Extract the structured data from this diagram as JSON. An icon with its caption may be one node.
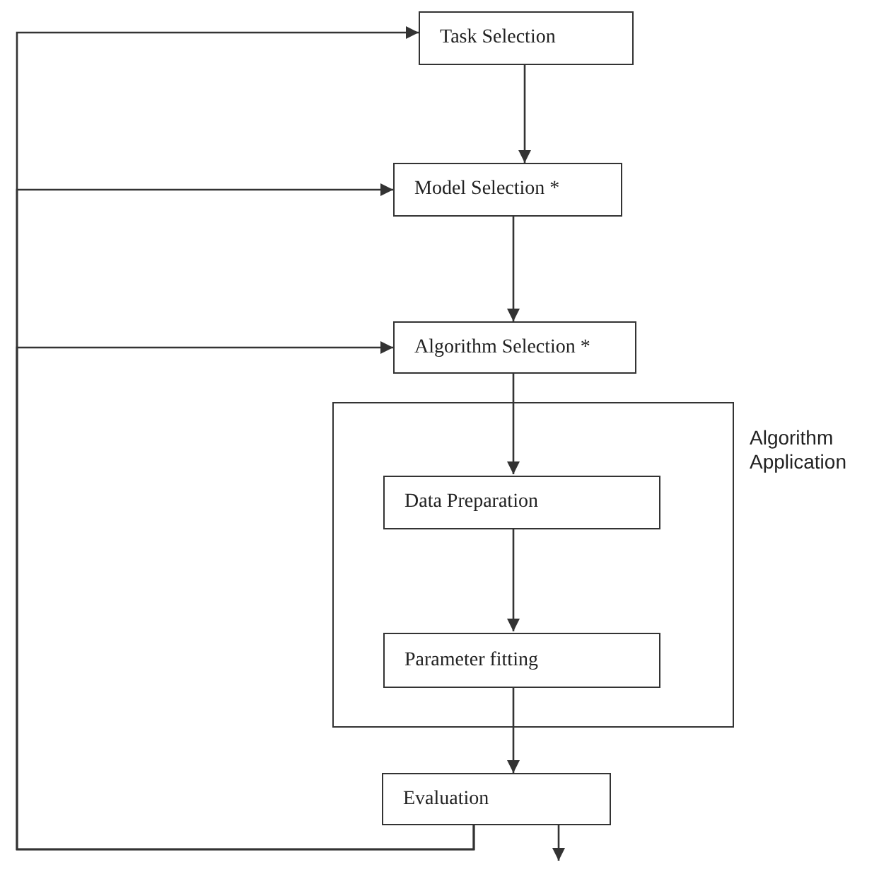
{
  "diagram": {
    "nodes": [
      {
        "text": [
          "Task Selection"
        ]
      },
      {
        "text": [
          "Model Selection *"
        ]
      },
      {
        "text": [
          "Algorithm Selection *"
        ]
      },
      {
        "text": [
          "Algorithm Application"
        ]
      },
      {
        "text": [
          "Data Preparation"
        ],
        "in": 3
      },
      {
        "text": [
          "Parameter fitting"
        ],
        "in": 3
      },
      {
        "text": [
          "Evaluation"
        ]
      }
    ],
    "edges": [
      {
        "from": 0,
        "to": 1,
        "arrow": "to"
      },
      {
        "from": 1,
        "to": 2,
        "arrow": "to"
      },
      {
        "from": 2,
        "to": 4,
        "arrow": "to"
      },
      {
        "from": 4,
        "to": 5,
        "arrow": "to"
      },
      {
        "from": 5,
        "to": 6,
        "arrow": "to"
      },
      {
        "from": 6,
        "to": null,
        "arrow": "to"
      },
      {
        "from": 6,
        "to": 0,
        "arrow": "to"
      },
      {
        "from": 6,
        "to": 1,
        "arrow": "to"
      },
      {
        "from": 6,
        "to": 2,
        "arrow": "to"
      }
    ]
  }
}
